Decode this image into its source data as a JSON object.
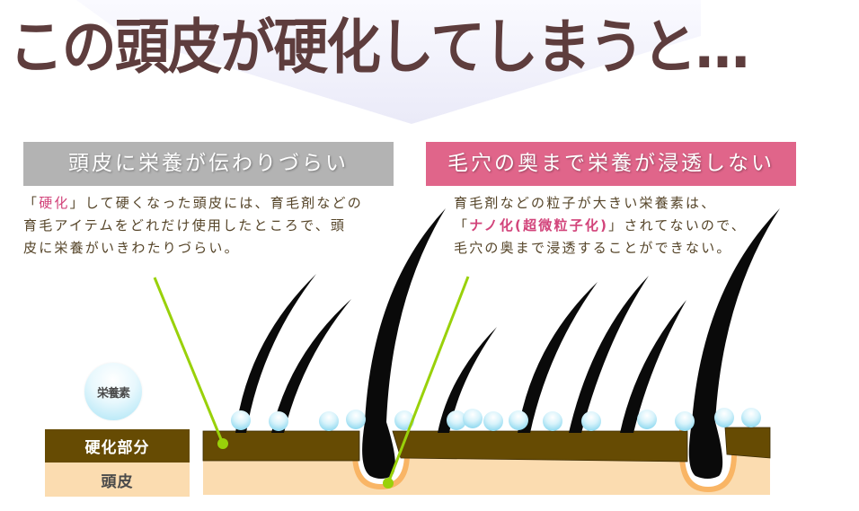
{
  "headline": "この頭皮が硬化してしまうと…",
  "left_panel": {
    "title": "頭皮に栄養が伝わりづらい",
    "desc_open": "「",
    "desc_highlight": "硬化",
    "desc_rest_1": "」して硬くなった頭皮には、育毛剤などの",
    "desc_line_2": "育毛アイテムをどれだけ使用したところで、頭",
    "desc_line_3": "皮に栄養がいきわたりづらい。"
  },
  "right_panel": {
    "title": "毛穴の奥まで栄養が浸透しない",
    "desc_line_1": "育毛剤などの粒子が大きい栄養素は、",
    "desc_open": "「",
    "desc_highlight": "ナノ化(超微粒子化)",
    "desc_rest_2": "」されてないので、",
    "desc_line_3": "毛穴の奥まで浸透することができない。"
  },
  "legend": {
    "nutrient": "栄養素",
    "hardened": "硬化部分",
    "scalp": "頭皮"
  },
  "colors": {
    "headline": "#5e3d3d",
    "title_left_bg": "#b3b3b3",
    "title_right_bg": "#e0658a",
    "highlight": "#d2437a",
    "hardened_layer": "#664b03",
    "scalp": "#fbdcb0",
    "follicle": "#f9b565",
    "pointer_line": "#99d10a",
    "nutrient": "#a7e3f5",
    "hair": "#0a0a0a"
  }
}
